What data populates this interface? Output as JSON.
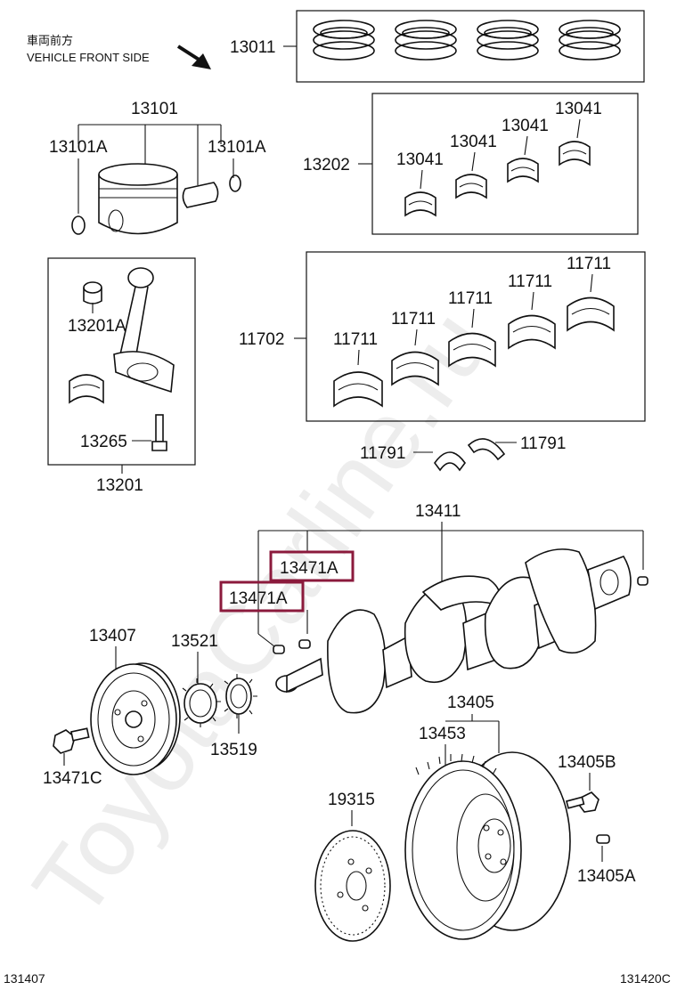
{
  "direction": {
    "jp": "車両前方",
    "en": "VEHICLE FRONT SIDE"
  },
  "watermark": "ToyotaCarline.ru",
  "labels": {
    "p13011": "13011",
    "p13101": "13101",
    "p13101A_left": "13101A",
    "p13101A_right": "13101A",
    "p13202": "13202",
    "p13041_a": "13041",
    "p13041_b": "13041",
    "p13041_c": "13041",
    "p13041_d": "13041",
    "p13201A": "13201A",
    "p13265": "13265",
    "p13201": "13201",
    "p11702": "11702",
    "p11711_a": "11711",
    "p11711_b": "11711",
    "p11711_c": "11711",
    "p11711_d": "11711",
    "p11711_e": "11711",
    "p11791_left": "11791",
    "p11791_right": "11791",
    "p13411": "13411",
    "p13471A_top": "13471A",
    "p13471A_bottom": "13471A",
    "p13407": "13407",
    "p13521": "13521",
    "p13519": "13519",
    "p13471C": "13471C",
    "p13405": "13405",
    "p13453": "13453",
    "p13405B": "13405B",
    "p13405A": "13405A",
    "p19315": "19315"
  },
  "footer": {
    "left": "131407",
    "right": "131420C"
  },
  "colors": {
    "highlight": "#8b1a3c",
    "line": "#111111",
    "watermark": "#d8d8d8"
  }
}
